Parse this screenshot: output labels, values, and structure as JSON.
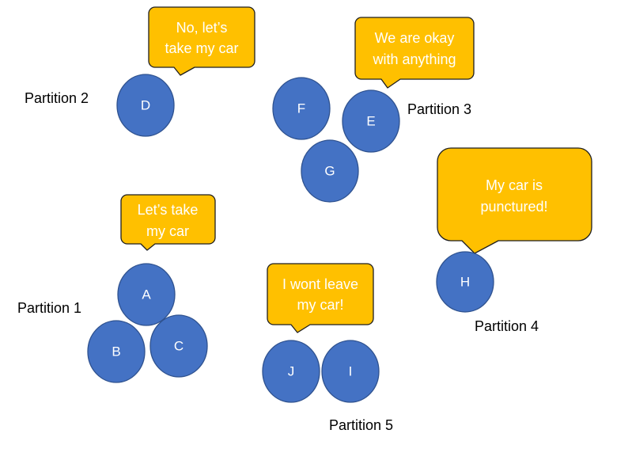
{
  "partitions": [
    {
      "label": "Partition 1"
    },
    {
      "label": "Partition 2"
    },
    {
      "label": "Partition 3"
    },
    {
      "label": "Partition 4"
    },
    {
      "label": "Partition 5"
    }
  ],
  "nodes": {
    "A": "A",
    "B": "B",
    "C": "C",
    "D": "D",
    "E": "E",
    "F": "F",
    "G": "G",
    "H": "H",
    "I": "I",
    "J": "J"
  },
  "bubbles": {
    "d": [
      "No, let’s",
      "take my car"
    ],
    "e": [
      "We are okay",
      "with anything"
    ],
    "a": [
      "Let’s take",
      "my car"
    ],
    "j": [
      "I wont leave",
      "my car!"
    ],
    "h": [
      "My car is",
      "punctured!"
    ]
  },
  "colors": {
    "node_fill": "#4472C4",
    "node_stroke": "#2F528F",
    "bubble_fill": "#FFC000",
    "text_on_shapes": "#FFFFFF"
  }
}
